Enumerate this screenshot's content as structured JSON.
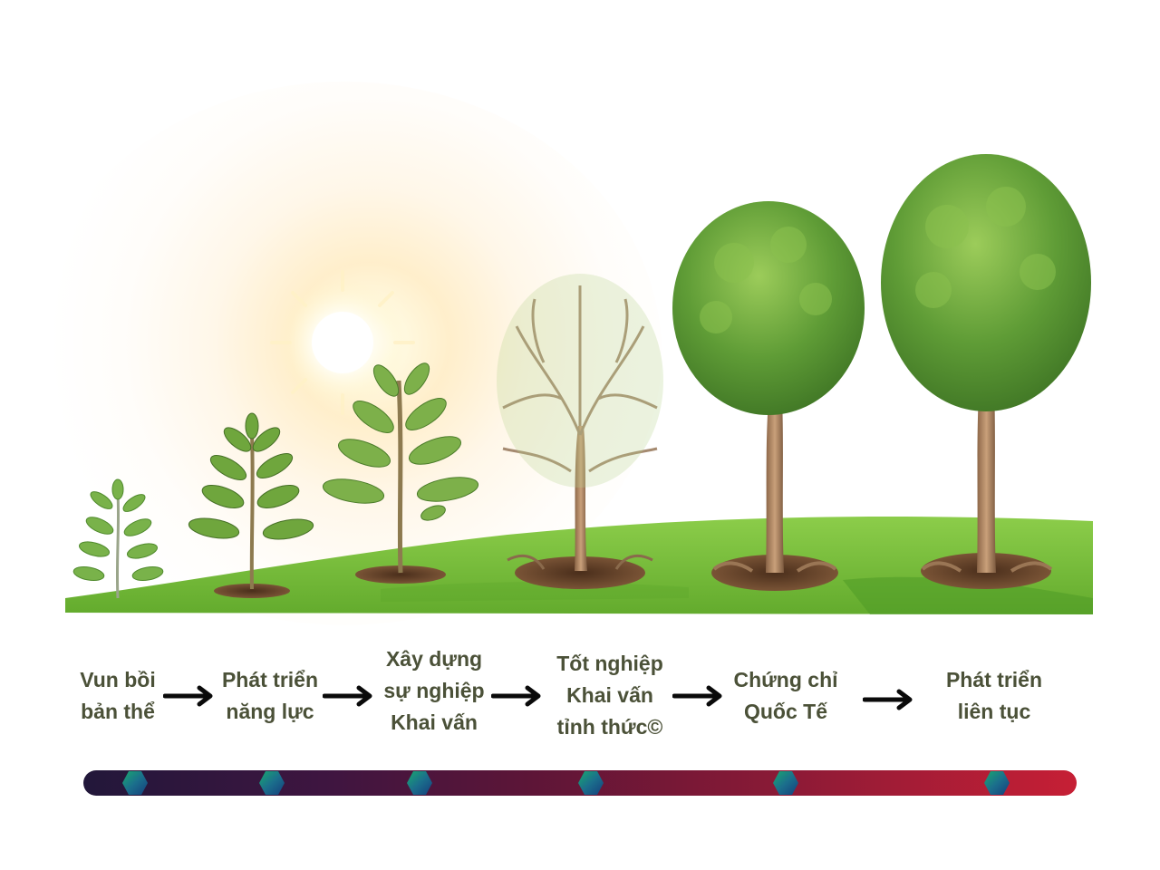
{
  "stages": [
    {
      "label": "Vun bồi\nbản thể"
    },
    {
      "label": "Phát triển\nnăng lực"
    },
    {
      "label": "Xây dựng\nsự nghiệp\nKhai vấn"
    },
    {
      "label": "Tốt nghiệp\nKhai vấn\ntỉnh thức©"
    },
    {
      "label": "Chứng chỉ\nQuốc Tế"
    },
    {
      "label": "Phát triển\nliên tục"
    }
  ],
  "arrows": [
    "right-arrow",
    "right-arrow",
    "right-arrow",
    "right-arrow",
    "right-arrow"
  ],
  "colors": {
    "label_text": "#4b5138",
    "arrow": "#0a0a0a",
    "grass": "#7cc43f",
    "grass_dark": "#4f9a26",
    "foliage": "#5d9a35",
    "foliage_light": "#8bc14e",
    "trunk": "#a07a5a",
    "soil": "#5b3a24",
    "sun": "#fff6cf",
    "timeline_start": "#22173a",
    "timeline_end": "#c61f35",
    "marker": "#1f8c7a"
  },
  "illustration": {
    "growth_stages": [
      "seedling-icon",
      "young-plant-icon",
      "sapling-icon",
      "bare-tree-icon",
      "leafy-tree-icon",
      "mature-tree-icon"
    ],
    "background": "sun-icon"
  }
}
